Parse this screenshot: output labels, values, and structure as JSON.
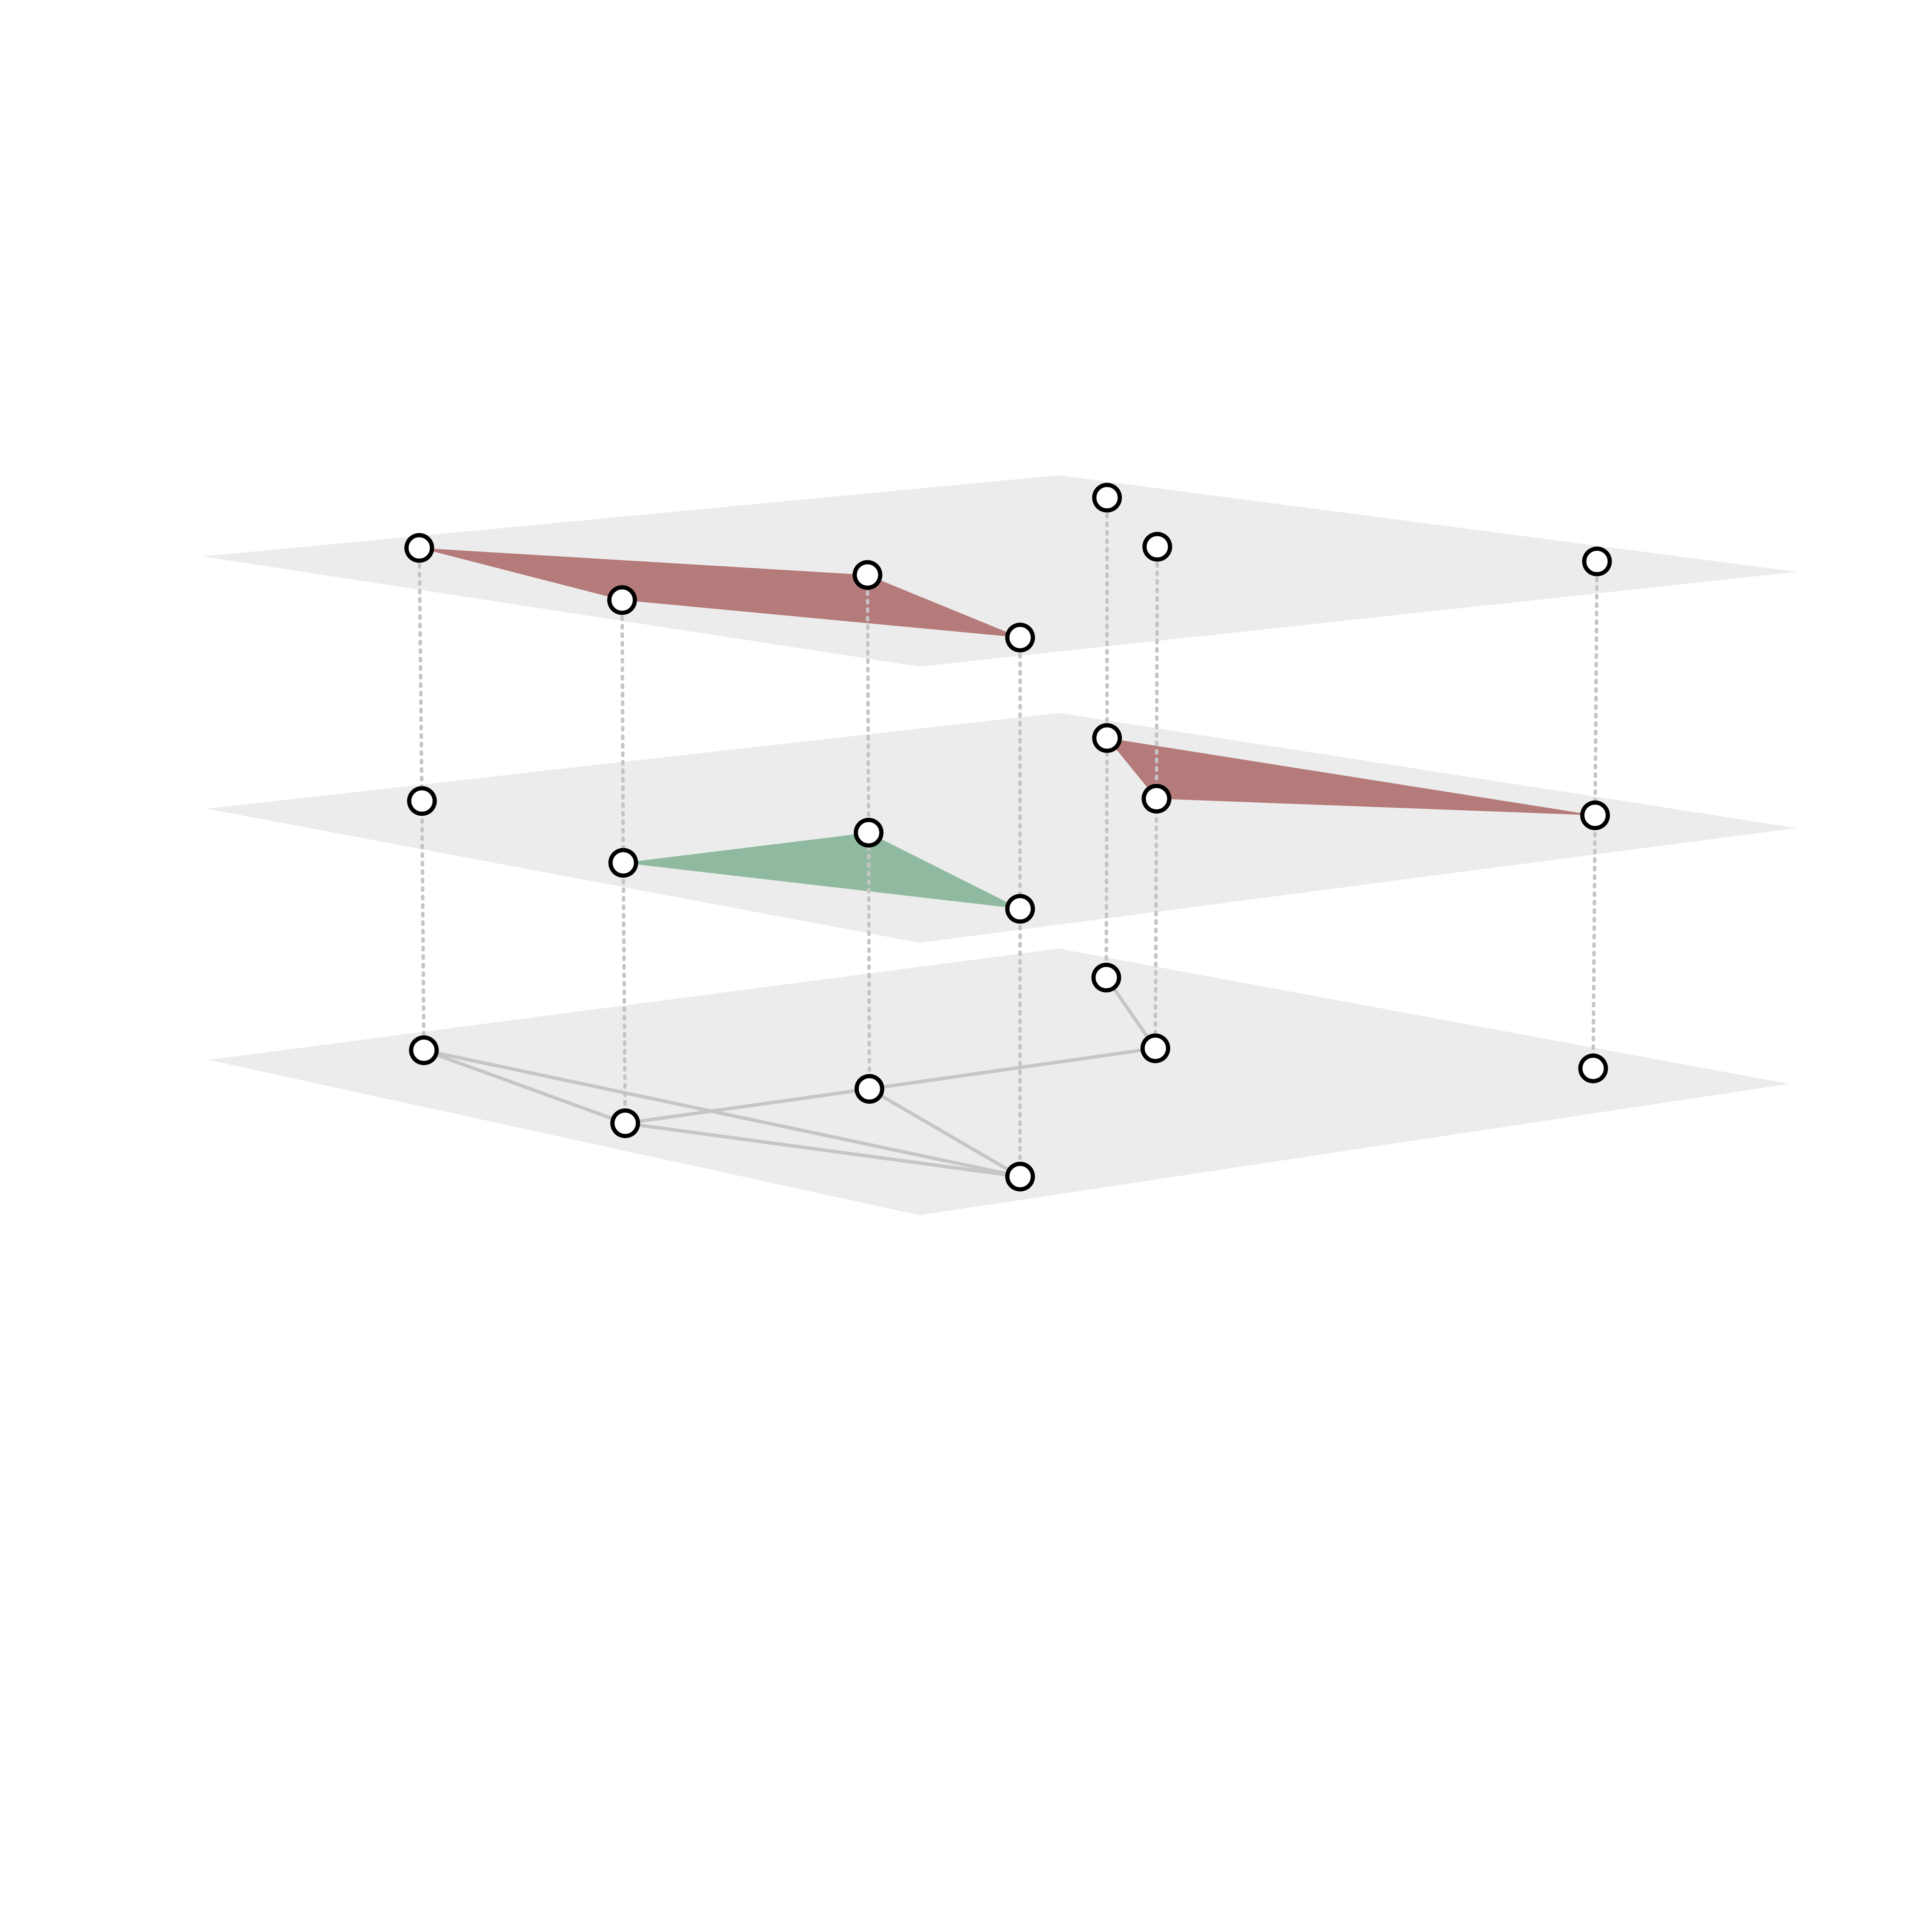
{
  "diagram": {
    "colors": {
      "background": "#ffffff",
      "plane": "#ececec",
      "edge": "#c6c6c6",
      "connector": "#c4c4c4",
      "node_fill": "#ffffff",
      "node_stroke": "#000000",
      "red_triangle": "#b57b7a",
      "green_triangle": "#8fba9f"
    },
    "layers": [
      {
        "id": "layer-top",
        "nodes": [
          "t1",
          "t2",
          "t3",
          "t4",
          "t5",
          "t6",
          "t7"
        ],
        "triangles": [
          {
            "nodes": [
              "t1",
              "t2",
              "t3"
            ],
            "color": "#b57b7a"
          },
          {
            "nodes": [
              "t2",
              "t3",
              "t4"
            ],
            "color": "#b57b7a"
          }
        ],
        "edges": []
      },
      {
        "id": "layer-middle",
        "nodes": [
          "m1",
          "m2",
          "m3",
          "m4",
          "m5",
          "m6",
          "m7"
        ],
        "triangles": [
          {
            "nodes": [
              "m2",
              "m3",
              "m4"
            ],
            "color": "#8fba9f"
          },
          {
            "nodes": [
              "m5",
              "m6",
              "m7"
            ],
            "color": "#b57b7a"
          }
        ],
        "edges": []
      },
      {
        "id": "layer-bottom",
        "nodes": [
          "b1",
          "b2",
          "b3",
          "b4",
          "b5",
          "b6",
          "b7"
        ],
        "triangles": [],
        "edges": [
          [
            "b1",
            "b2"
          ],
          [
            "b1",
            "b4"
          ],
          [
            "b2",
            "b3"
          ],
          [
            "b2",
            "b4"
          ],
          [
            "b3",
            "b4"
          ],
          [
            "b3",
            "b6"
          ],
          [
            "b5",
            "b6"
          ]
        ]
      }
    ],
    "interlayer_links": [
      [
        "t1",
        "m1",
        "b1"
      ],
      [
        "t2",
        "m2",
        "b2"
      ],
      [
        "t3",
        "m3",
        "b3"
      ],
      [
        "t4",
        "m4",
        "b4"
      ],
      [
        "t5",
        "m5",
        "b5"
      ],
      [
        "t6",
        "m6",
        "b6"
      ],
      [
        "t7",
        "m7",
        "b7"
      ]
    ]
  }
}
